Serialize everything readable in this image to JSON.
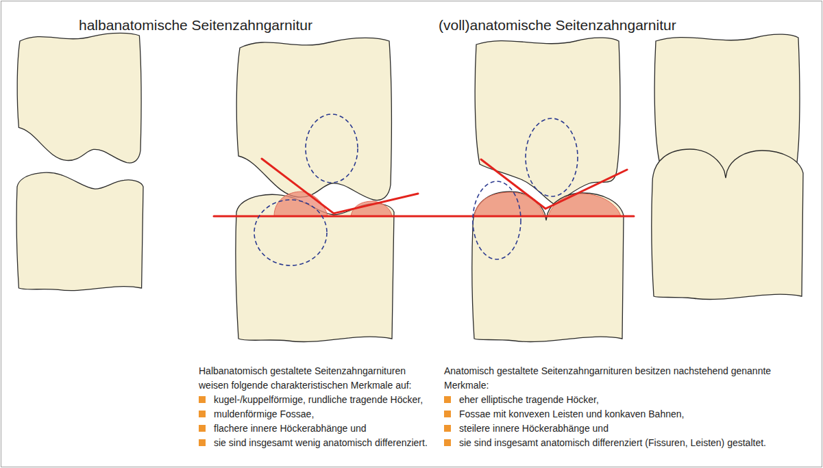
{
  "diagram": {
    "labels": [
      "halbanatomische Seitenzahngarnitur",
      "(voll)anatomische Seitenzahngarnitur",
      "Halbanatomisch gestaltete Seitenzahngarnituren weisen folgende charakteristischen Merkmale auf:",
      "kugel-/kuppelförmige, rundliche tragende Höcker,",
      "muldenförmige Fossae,",
      "flachere innere Höckerabhänge und",
      "sie sind insgesamt wenig anatomisch differenziert.",
      "Anatomisch gestaltete Seitenzahngarnituren besitzen nachstehend genannte Merkmale:",
      "eher elliptische tragende Höcker,",
      "Fossae mit konvexen Leisten und konkaven Bahnen,",
      "steilere innere Höckerabhänge und",
      "sie sind insgesamt anatomisch differenziert (Fissuren, Leisten) gestaltet."
    ]
  }
}
